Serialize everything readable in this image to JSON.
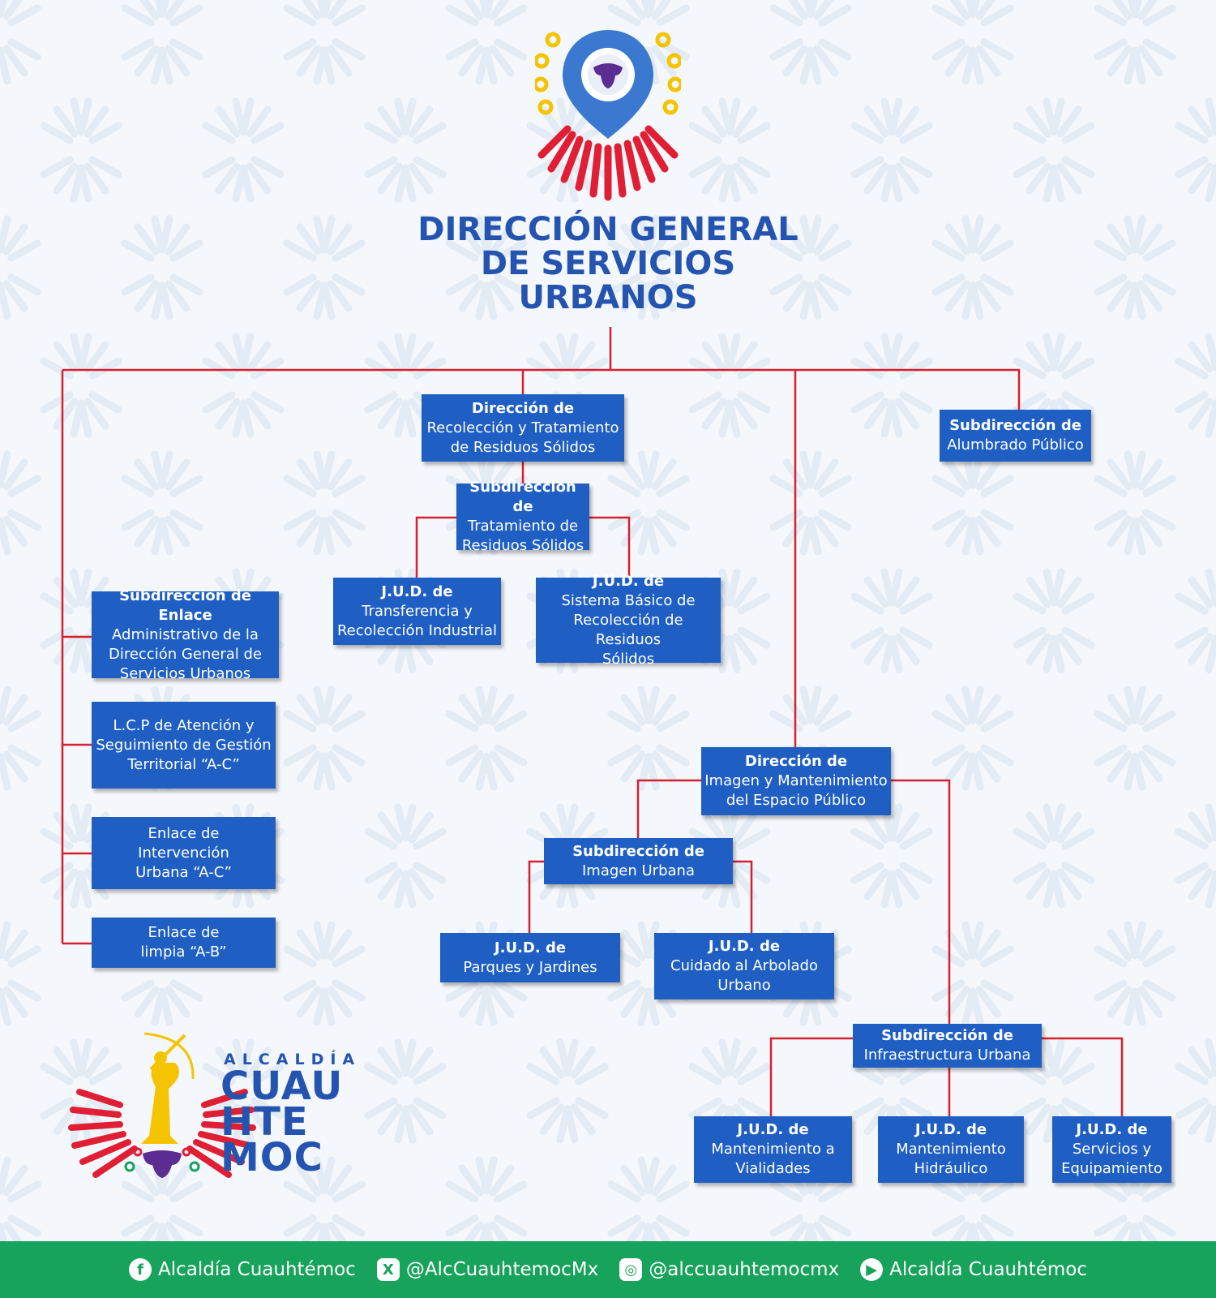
{
  "title": [
    "DIRECCIÓN GENERAL",
    "DE SERVICIOS",
    "URBANOS"
  ],
  "boxes": {
    "dir_recoleccion": {
      "bold": "Dirección de",
      "text": "Recolección y Tratamiento\nde Residuos Sólidos"
    },
    "sub_alumbrado": {
      "bold": "Subdirección de",
      "text": "Alumbrado Público"
    },
    "sub_tratamiento": {
      "bold": "Subdirección de",
      "text": "Tratamiento de\nResiduos Sólidos"
    },
    "jud_transferencia": {
      "bold": "J.U.D. de",
      "text": "Transferencia y\nRecolección Industrial"
    },
    "jud_sistema_basico": {
      "bold": "J.U.D. de",
      "text": "Sistema Básico de\nRecolección de Residuos\nSólidos"
    },
    "sub_enlace_admin": {
      "bold": "Subdirección de Enlace",
      "text": "Administrativo de la\nDirección General de\nServicios Urbanos"
    },
    "lcp_atencion": {
      "bold": "",
      "text": "L.C.P de Atención y\nSeguimiento de Gestión\nTerritorial “A-C”"
    },
    "enlace_intervencion": {
      "bold": "",
      "text": "Enlace de\nIntervención\nUrbana “A-C”"
    },
    "enlace_limpia": {
      "bold": "",
      "text": "Enlace de\nlimpia “A-B”"
    },
    "dir_imagen": {
      "bold": "Dirección de",
      "text": "Imagen y Mantenimiento\ndel Espacio Público"
    },
    "sub_imagen": {
      "bold": "Subdirección de",
      "text": "Imagen Urbana"
    },
    "jud_parques": {
      "bold": "J.U.D. de",
      "text": "Parques y Jardines"
    },
    "jud_arbolado": {
      "bold": "J.U.D. de",
      "text": "Cuidado al Arbolado\nUrbano"
    },
    "sub_infraestructura": {
      "bold": "Subdirección de",
      "text": "Infraestructura Urbana"
    },
    "jud_vialidades": {
      "bold": "J.U.D. de",
      "text": "Mantenimiento a\nVialidades"
    },
    "jud_hidraulico": {
      "bold": "J.U.D. de",
      "text": "Mantenimiento\nHidráulico"
    },
    "jud_servicios": {
      "bold": "J.U.D. de",
      "text": "Servicios y\nEquipamiento"
    }
  },
  "brand": {
    "small": "ALCALDÍA",
    "lines": [
      "CUAU",
      "HTE",
      "MOC"
    ]
  },
  "footer": [
    {
      "icon": "facebook-icon",
      "glyph": "f",
      "text": "Alcaldía Cuauhtémoc"
    },
    {
      "icon": "x-icon",
      "glyph": "X",
      "text": "@AlcCuauhtemocMx"
    },
    {
      "icon": "instagram-icon",
      "glyph": "◎",
      "text": "@alccuauhtemocmx"
    },
    {
      "icon": "youtube-icon",
      "glyph": "▶",
      "text": "Alcaldía Cuauhtémoc"
    }
  ],
  "colors": {
    "box": "#1f5fc4",
    "connector": "#d6202e",
    "title": "#2454b0",
    "footer": "#17a35b",
    "accent_yellow": "#f5c400",
    "accent_purple": "#5b2c91"
  }
}
